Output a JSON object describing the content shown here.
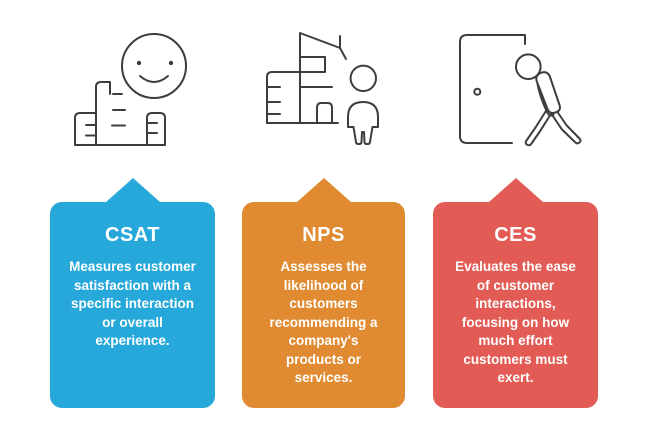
{
  "page": {
    "background": "#ffffff",
    "icon_stroke_color": "#3d3d3d",
    "text_color": "#ffffff"
  },
  "icon_stroke_color": "#3d3d3d",
  "metrics": [
    {
      "id": "csat",
      "title": "CSAT",
      "description": "Measures customer satisfaction with a specific interaction or overall experience.",
      "color": "#27A8DA",
      "icon": "survey-smiley-icon"
    },
    {
      "id": "nps",
      "title": "NPS",
      "description": "Assesses the likelihood of customers recommending a company's products or services.",
      "color": "#E08B31",
      "icon": "building-customer-icon"
    },
    {
      "id": "ces",
      "title": "CES",
      "description": "Evaluates the ease of customer interactions, focusing on how much effort customers must exert.",
      "color": "#E25B55",
      "icon": "door-effort-icon"
    }
  ]
}
